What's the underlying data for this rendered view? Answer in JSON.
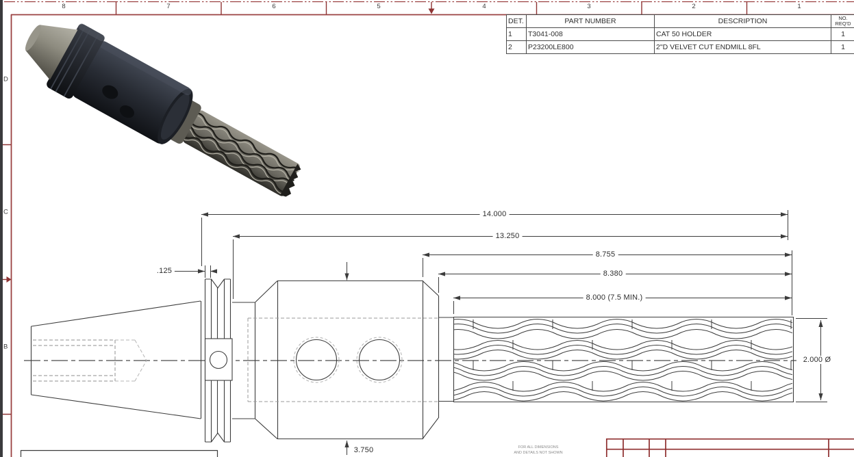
{
  "sheet": {
    "background": "#ffffff",
    "border_red": "#9a4040",
    "line_color": "#3c3c3c",
    "hidden_line_color": "#8f8f8f"
  },
  "border": {
    "top_zones": [
      "8",
      "7",
      "6",
      "5",
      "4",
      "3",
      "2",
      "1"
    ],
    "left_zones": [
      "D",
      "C",
      "B"
    ]
  },
  "parts_table": {
    "headers": {
      "det": "DET.",
      "part_number": "PART NUMBER",
      "description": "DESCRIPTION",
      "req_line1": "NO.",
      "req_line2": "REQ'D"
    },
    "rows": [
      {
        "det": "1",
        "part_number": "T3041-008",
        "description": "CAT 50 HOLDER",
        "qty": "1"
      },
      {
        "det": "2",
        "part_number": "P23200LE800",
        "description": "2\"D VELVET CUT ENDMILL 8FL",
        "qty": "1"
      }
    ]
  },
  "dimensions": {
    "overall_length": "14.000",
    "length_to_flange": "13.250",
    "length_8755": "8.755",
    "length_8380": "8.380",
    "flute_length": "8.000 (7.5 MIN.)",
    "flange_groove_width": ".125",
    "cutter_diameter": "2.000 Ø",
    "body_diameter": "3.750"
  },
  "notes": {
    "line1": "FOR ALL DIMENSIONS",
    "line2": "AND DETAILS NOT SHOWN"
  }
}
